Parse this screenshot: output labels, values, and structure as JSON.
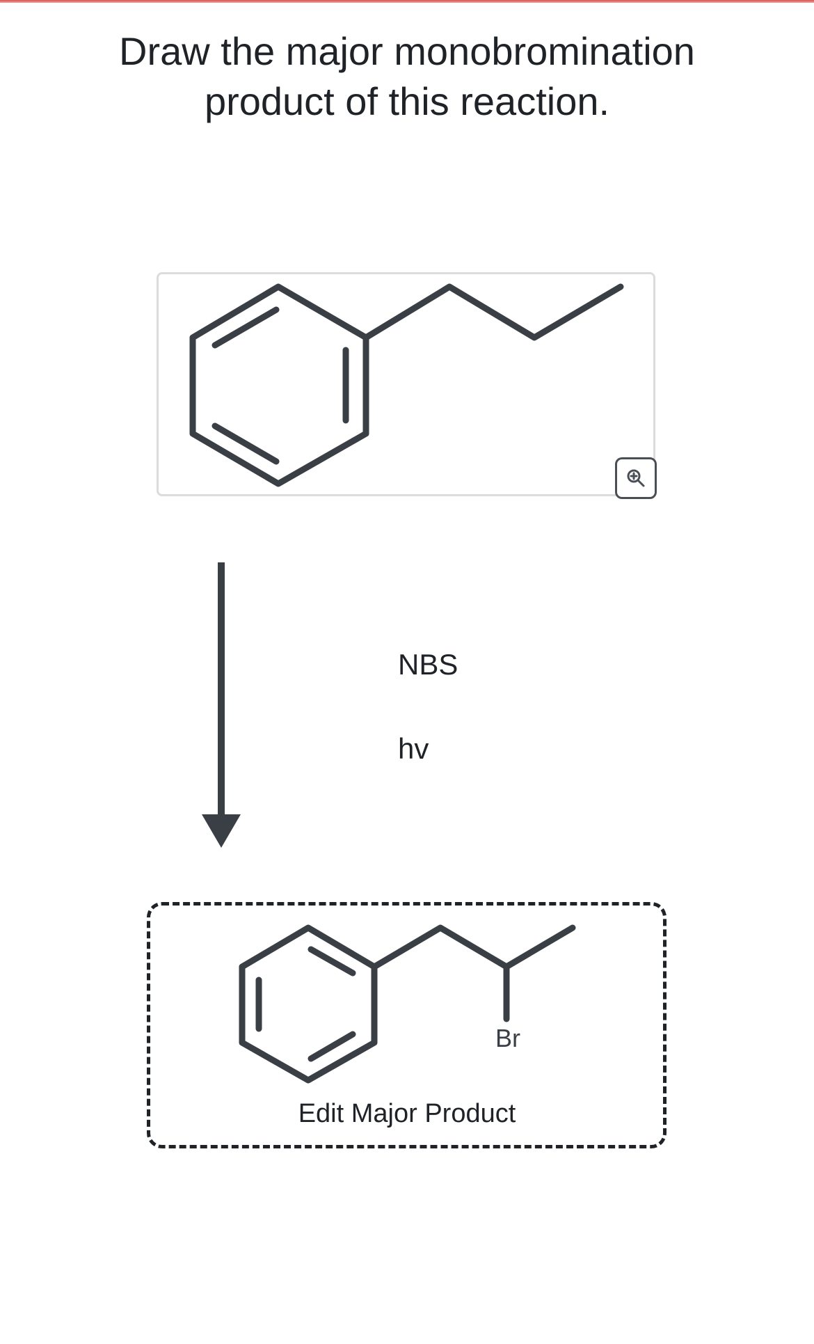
{
  "question": {
    "line1": "Draw the major monobromination",
    "line2": "product of this reaction."
  },
  "reactant": {
    "zoom_icon": "zoom-in-icon"
  },
  "reagents": {
    "reagent1": "NBS",
    "reagent2": "hv"
  },
  "product": {
    "bromine_label": "Br",
    "edit_label": "Edit Major Product"
  },
  "colors": {
    "bond": "#3a3f45",
    "accent_top": "#d9534f",
    "box_border": "#dcdcdc"
  }
}
